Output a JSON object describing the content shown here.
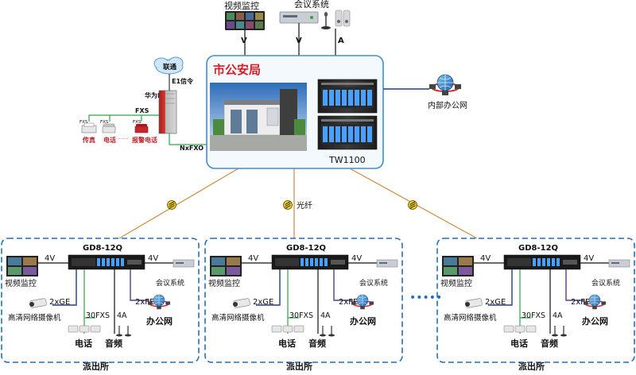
{
  "top": {
    "video_monitor_label": "视频监控",
    "conference_label": "会议系统",
    "v_label_1": "V",
    "v_label_2": "V",
    "a_label": "A"
  },
  "pstn": {
    "cloud_label": "联通",
    "e1_label": "E1信令",
    "pbx_label": "华为PBX",
    "fxs_label": "FXS",
    "fxs_small": "FXS",
    "fax_label": "传真",
    "phone_label": "电话",
    "dots_label": ".......",
    "alarm_label": "报警电话",
    "nxfxo_label": "NxFXO"
  },
  "hq": {
    "title": "市公安局",
    "device_label": "TW1100",
    "intranet_label": "内部办公网"
  },
  "links": {
    "fiber_label": "光纤",
    "between_dots": "•••••"
  },
  "stations": [
    {
      "device_name": "GD8-12Q",
      "v_left": "4V",
      "v_right": "4V",
      "video_label": "视频监控",
      "conf_label": "会议系统",
      "gige_label": "2xGE",
      "camera_label": "高清网络摄像机",
      "fxs_label": "30FXS",
      "audio_link_label": "4A",
      "fe_label": "2xFE",
      "office_label": "办公网",
      "phone_label": "电话",
      "audio_label": "音频",
      "site_label": "派出所"
    },
    {
      "device_name": "GD8-12Q",
      "v_left": "4V",
      "v_right": "4V",
      "video_label": "视频监控",
      "conf_label": "会议系统",
      "gige_label": "2xGE",
      "camera_label": "高清网络摄像机",
      "fxs_label": "30FXS",
      "audio_link_label": "4A",
      "fe_label": "2xFE",
      "office_label": "办公网",
      "phone_label": "电话",
      "audio_label": "音频",
      "site_label": "派出所"
    },
    {
      "device_name": "GD8-12Q",
      "v_left": "4V",
      "v_right": "4V",
      "video_label": "视频监控",
      "conf_label": "会议系统",
      "gige_label": "2xGE",
      "camera_label": "高清网络摄像机",
      "fxs_label": "30FXS",
      "audio_link_label": "4A",
      "fe_label": "2xFE",
      "office_label": "办公网",
      "phone_label": "电话",
      "audio_label": "音频",
      "site_label": "派出所"
    }
  ],
  "colors": {
    "hq_border": "#3f8fcf",
    "hq_fill": "#f4f9fe",
    "hq_title": "#d61f26",
    "station_dash": "#1e6fc0",
    "fiber": "#d08a3c",
    "green_link": "#2aa64a",
    "purple_link": "#5a3a8c",
    "red_text": "#c21f26"
  }
}
